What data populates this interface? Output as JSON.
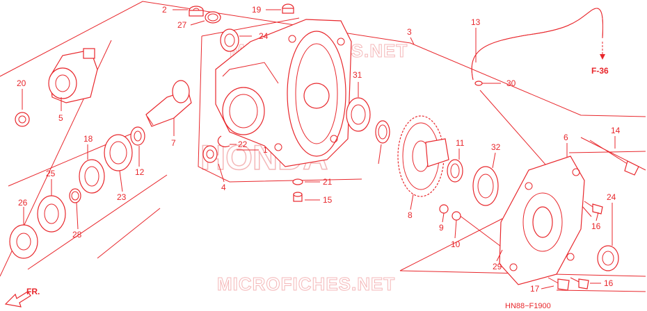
{
  "diagram": {
    "code": "HN88−F1900",
    "ref_label": "F-36",
    "fr_label": "FR.",
    "brand": "HONDA",
    "watermark": "MICROFICHES.NET",
    "watermark_colors": {
      "brand": "#f4b7b8",
      "line": "#e8262b"
    },
    "part_labels": [
      "2",
      "27",
      "19",
      "24",
      "3",
      "13",
      "20",
      "5",
      "31",
      "30",
      "7",
      "22",
      "1",
      "18",
      "12",
      "11",
      "32",
      "6",
      "14",
      "25",
      "23",
      "21",
      "4",
      "26",
      "28",
      "15",
      "8",
      "24",
      "9",
      "16",
      "10",
      "29",
      "17",
      "16"
    ]
  }
}
